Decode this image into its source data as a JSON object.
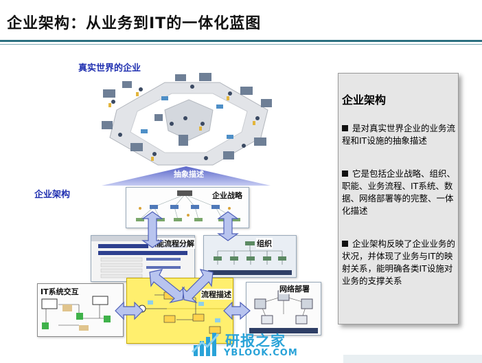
{
  "title": "企业架构：从业务到IT的一体化蓝图",
  "labels": {
    "real_world": "真实世界的企业",
    "enterprise_arch": "企业架构",
    "abstraction": "抽象描述",
    "strategy": "企业战略",
    "function": "职能流程分解",
    "org": "组织",
    "it_interaction": "IT系统交互",
    "process": "流程描述",
    "network": "网络部署"
  },
  "info": {
    "heading": "企业架构",
    "items": [
      "是对真实世界企业的业务流程和IT设施的抽象描述",
      "它是包括企业战略、组织、职能、业务流程、IT系统、数据、网络部署等的完整、一体化描述",
      "企业架构反映了企业业务的状况，并体现了业务与IT的映射关系，能明确各类IT设施对业务的支撑关系"
    ]
  },
  "watermark": {
    "cn": "研报之家",
    "en": "YBLOOK.COM"
  },
  "colors": {
    "accent": "#2a6f7f",
    "label_blue": "#1f2fb0",
    "arrow_fill": "#b8c4ef",
    "flow_yellow": "#ffef6e",
    "watermark": "#2aa3d8"
  }
}
